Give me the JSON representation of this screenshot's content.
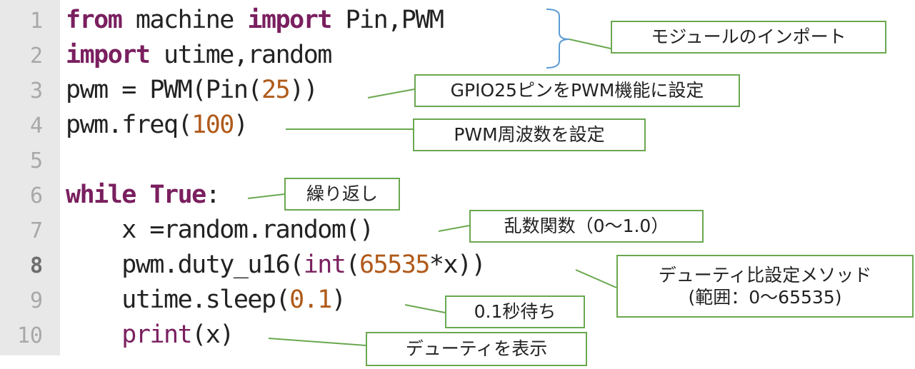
{
  "editor": {
    "lines": [
      {
        "num": "1",
        "segments": [
          {
            "t": "from",
            "c": "kw"
          },
          {
            "t": " machine ",
            "c": ""
          },
          {
            "t": "import",
            "c": "kw"
          },
          {
            "t": " Pin,PWM",
            "c": ""
          }
        ]
      },
      {
        "num": "2",
        "segments": [
          {
            "t": "import",
            "c": "kw"
          },
          {
            "t": " utime,random",
            "c": ""
          }
        ]
      },
      {
        "num": "3",
        "segments": [
          {
            "t": "pwm = PWM(Pin(",
            "c": ""
          },
          {
            "t": "25",
            "c": "num"
          },
          {
            "t": "))",
            "c": ""
          }
        ]
      },
      {
        "num": "4",
        "segments": [
          {
            "t": "pwm.freq(",
            "c": ""
          },
          {
            "t": "100",
            "c": "num"
          },
          {
            "t": ")",
            "c": ""
          }
        ]
      },
      {
        "num": "5",
        "segments": []
      },
      {
        "num": "6",
        "segments": [
          {
            "t": "while",
            "c": "kw"
          },
          {
            "t": " ",
            "c": ""
          },
          {
            "t": "True",
            "c": "kw"
          },
          {
            "t": ":",
            "c": ""
          }
        ]
      },
      {
        "num": "7",
        "segments": [
          {
            "t": "    x =random.random()",
            "c": ""
          }
        ]
      },
      {
        "num": "8",
        "segments": [
          {
            "t": "    pwm.duty_u16(",
            "c": ""
          },
          {
            "t": "int",
            "c": "bi"
          },
          {
            "t": "(",
            "c": ""
          },
          {
            "t": "65535",
            "c": "num"
          },
          {
            "t": "*x))",
            "c": ""
          }
        ]
      },
      {
        "num": "9",
        "segments": [
          {
            "t": "    utime.sleep(",
            "c": ""
          },
          {
            "t": "0.1",
            "c": "num"
          },
          {
            "t": ")",
            "c": ""
          }
        ]
      },
      {
        "num": "10",
        "segments": [
          {
            "t": "    ",
            "c": ""
          },
          {
            "t": "print",
            "c": "bi"
          },
          {
            "t": "(x)",
            "c": ""
          }
        ]
      }
    ],
    "current_line": "8"
  },
  "annotations": {
    "module_import": "モジュールのインポート",
    "gpio_pwm": "GPIO25ピンをPWM機能に設定",
    "pwm_freq": "PWM周波数を設定",
    "loop": "繰り返し",
    "random_func": "乱数関数（0～1.0）",
    "duty_line1": "デューティ比設定メソッド",
    "duty_line2": "(範囲：0～65535)",
    "sleep": "0.1秒待ち",
    "print_duty": "デューティを表示"
  },
  "colors": {
    "keyword": "#7a1f5f",
    "number": "#b05a1a",
    "annotation_border": "#6aa84f",
    "bracket": "#5b9bd5",
    "gutter": "#e8e8e8"
  }
}
